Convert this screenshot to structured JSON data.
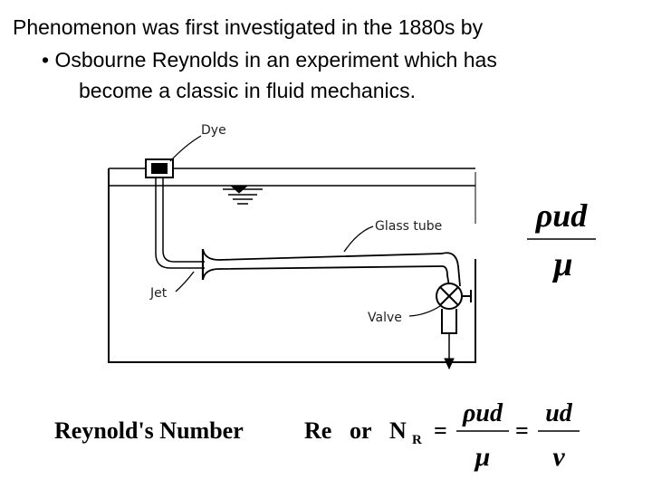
{
  "text": {
    "line1": "Phenomenon was first investigated in the 1880s by",
    "line2": "• Osbourne Reynolds in an experiment which has",
    "line3": "become a classic in fluid mechanics."
  },
  "diagram": {
    "labels": {
      "dye": "Dye",
      "glass_tube": "Glass tube",
      "jet": "Jet",
      "valve": "Valve"
    }
  },
  "formula": {
    "side_numerator": "ρud",
    "side_denominator": "μ",
    "label": "Reynold's Number",
    "re": "Re",
    "or": "or",
    "nr": "N",
    "nr_sub": "R",
    "eq1": "=",
    "frac1_num": "ρud",
    "frac1_den": "μ",
    "eq2": "=",
    "frac2_num": "ud",
    "frac2_den": "ν"
  }
}
